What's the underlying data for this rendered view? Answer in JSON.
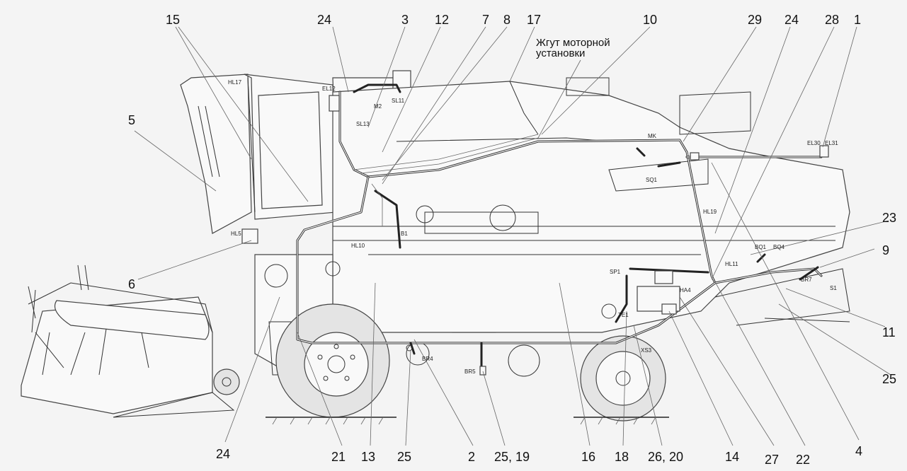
{
  "callouts": [
    {
      "id": "c15",
      "text": "15"
    },
    {
      "id": "c24a",
      "text": "24"
    },
    {
      "id": "c3",
      "text": "3"
    },
    {
      "id": "c12",
      "text": "12"
    },
    {
      "id": "c7",
      "text": "7"
    },
    {
      "id": "c8",
      "text": "8"
    },
    {
      "id": "c17",
      "text": "17"
    },
    {
      "id": "c10",
      "text": "10"
    },
    {
      "id": "c29",
      "text": "29"
    },
    {
      "id": "c24b",
      "text": "24"
    },
    {
      "id": "c28",
      "text": "28"
    },
    {
      "id": "c1",
      "text": "1"
    },
    {
      "id": "c5",
      "text": "5"
    },
    {
      "id": "c6",
      "text": "6"
    },
    {
      "id": "c23",
      "text": "23"
    },
    {
      "id": "c9",
      "text": "9"
    },
    {
      "id": "c11",
      "text": "11"
    },
    {
      "id": "c25a",
      "text": "25"
    },
    {
      "id": "c24c",
      "text": "24"
    },
    {
      "id": "c21",
      "text": "21"
    },
    {
      "id": "c13",
      "text": "13"
    },
    {
      "id": "c25b",
      "text": "25"
    },
    {
      "id": "c2",
      "text": "2"
    },
    {
      "id": "c2519",
      "text": "25, 19"
    },
    {
      "id": "c16",
      "text": "16"
    },
    {
      "id": "c18",
      "text": "18"
    },
    {
      "id": "c2620",
      "text": "26, 20"
    },
    {
      "id": "c14",
      "text": "14"
    },
    {
      "id": "c27",
      "text": "27"
    },
    {
      "id": "c22",
      "text": "22"
    },
    {
      "id": "c4",
      "text": "4"
    }
  ],
  "note": {
    "line1": "Жгут моторной",
    "line2": "установки"
  },
  "tags": [
    {
      "id": "HL17",
      "text": "HL17"
    },
    {
      "id": "EL12",
      "text": "EL12"
    },
    {
      "id": "M2",
      "text": "M2"
    },
    {
      "id": "SL11",
      "text": "SL11"
    },
    {
      "id": "SL13",
      "text": "SL13"
    },
    {
      "id": "MK",
      "text": "MK"
    },
    {
      "id": "EL30",
      "text": "EL30"
    },
    {
      "id": "EL31",
      "text": "EL31"
    },
    {
      "id": "SQ1",
      "text": "SQ1"
    },
    {
      "id": "HL19",
      "text": "HL19"
    },
    {
      "id": "HL5",
      "text": "HL5"
    },
    {
      "id": "HL10",
      "text": "HL10"
    },
    {
      "id": "B1",
      "text": "B1"
    },
    {
      "id": "BQ1",
      "text": "BQ1"
    },
    {
      "id": "BQ4",
      "text": "BQ4"
    },
    {
      "id": "SP1",
      "text": "SP1"
    },
    {
      "id": "HL11",
      "text": "HL11"
    },
    {
      "id": "BR7",
      "text": "BR7"
    },
    {
      "id": "S1",
      "text": "S1"
    },
    {
      "id": "HA4",
      "text": "HA4"
    },
    {
      "id": "TE1",
      "text": "TE1"
    },
    {
      "id": "XS3",
      "text": "XS3"
    },
    {
      "id": "BR4",
      "text": "BR4"
    },
    {
      "id": "BR5",
      "text": "BR5"
    }
  ]
}
